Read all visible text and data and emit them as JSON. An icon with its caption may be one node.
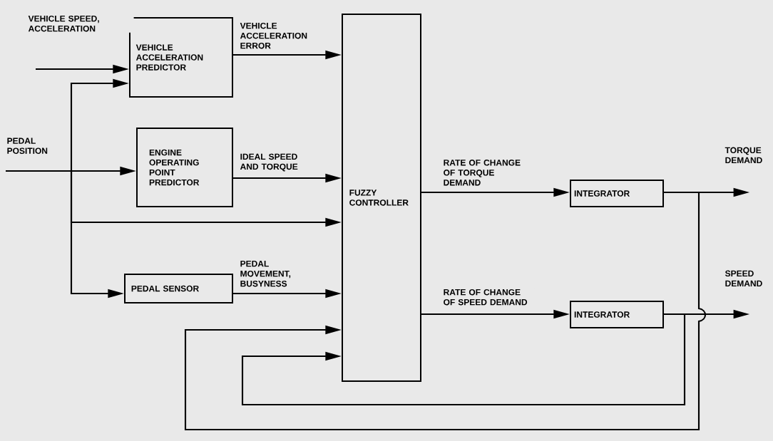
{
  "diagram": {
    "nodes": [
      {
        "text": [
          "VEHICLE ACCELERATION PREDICTOR"
        ]
      },
      {
        "text": [
          "PEDAL POSITION"
        ]
      },
      {
        "text": [
          "ENGINE OPERATING POINT PREDICTOR"
        ]
      },
      {
        "text": [
          "PEDAL SENSOR"
        ]
      },
      {
        "text": [
          "FUZZY CONTROLLER"
        ]
      },
      {
        "text": [
          "INTEGRATOR"
        ]
      },
      {
        "text": [
          "INTEGRATOR"
        ]
      },
      {
        "text": [
          "TORQUE DEMAND"
        ]
      },
      {
        "text": [
          "SPEED DEMAND"
        ]
      }
    ],
    "edges": [
      {
        "from": null,
        "to": 0,
        "arrow": "to",
        "label": "VEHICLE SPEED, ACCELERATION"
      },
      {
        "from": 1,
        "to": 0,
        "arrow": "to"
      },
      {
        "from": 1,
        "to": 2,
        "arrow": "to"
      },
      {
        "from": 1,
        "to": 4,
        "arrow": "to"
      },
      {
        "from": 1,
        "to": 3,
        "arrow": "to"
      },
      {
        "from": 0,
        "to": 4,
        "arrow": "to",
        "label": "VEHICLE ACCELERATION ERROR"
      },
      {
        "from": 2,
        "to": 4,
        "arrow": "to",
        "label": "IDEAL SPEED AND TORQUE"
      },
      {
        "from": 3,
        "to": 4,
        "arrow": "to",
        "label": "PEDAL MOVEMENT, BUSYNESS"
      },
      {
        "from": 4,
        "to": 5,
        "arrow": "to",
        "label": "RATE OF CHANGE OF TORQUE DEMAND"
      },
      {
        "from": 4,
        "to": 6,
        "arrow": "to",
        "label": "RATE OF CHANGE OF SPEED DEMAND"
      },
      {
        "from": 5,
        "to": 7,
        "arrow": "to"
      },
      {
        "from": 6,
        "to": 8,
        "arrow": "to"
      },
      {
        "from": 5,
        "to": 4,
        "arrow": "to"
      },
      {
        "from": 6,
        "to": 4,
        "arrow": "to"
      }
    ]
  }
}
